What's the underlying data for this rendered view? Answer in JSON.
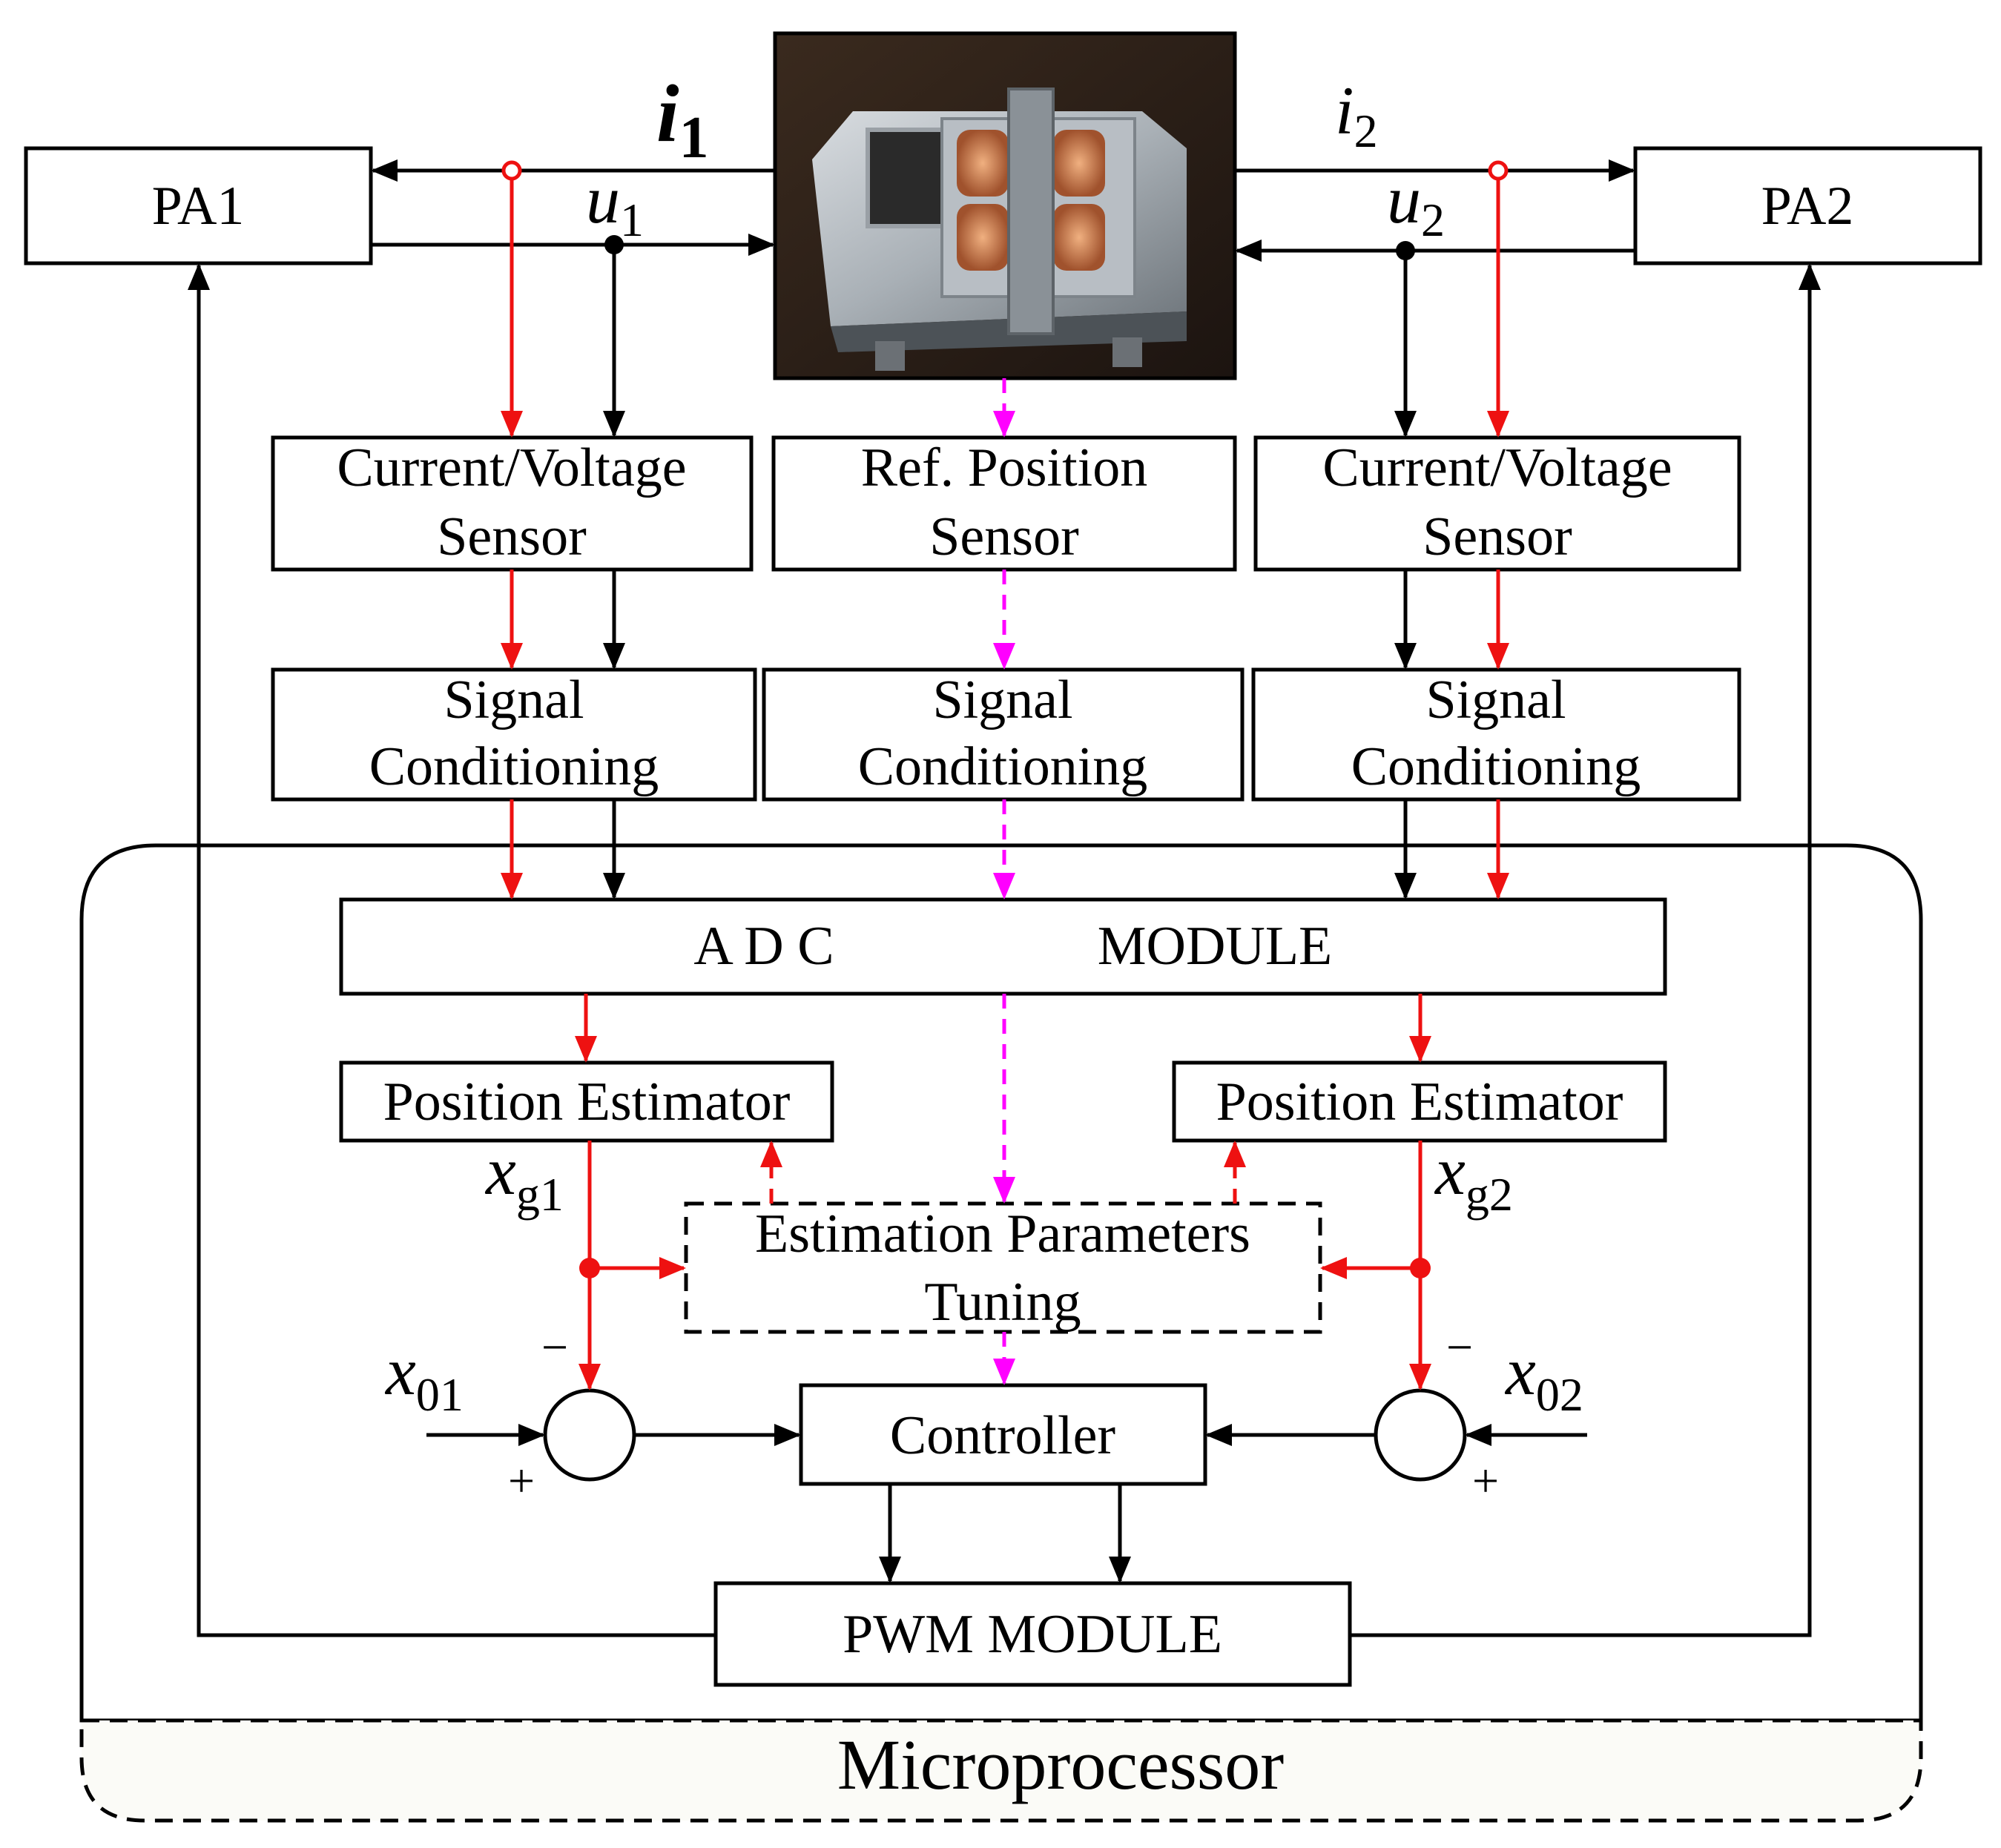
{
  "blocks": {
    "pa1": "PA1",
    "pa2": "PA2",
    "cv_sensor_left": [
      "Current/Voltage",
      "Sensor"
    ],
    "ref_position_sensor": [
      "Ref.  Position",
      "Sensor"
    ],
    "cv_sensor_right": [
      "Current/Voltage",
      "Sensor"
    ],
    "signal_cond_left": [
      "Signal",
      "Conditioning"
    ],
    "signal_cond_mid": [
      "Signal",
      "Conditioning"
    ],
    "signal_cond_right": [
      "Signal",
      "Conditioning"
    ],
    "adc_left": "A  D  C",
    "adc_right": "MODULE",
    "position_estimator_left": "Position Estimator",
    "position_estimator_right": "Position Estimator",
    "tuning": [
      "Estimation Parameters",
      "Tuning"
    ],
    "controller": "Controller",
    "pwm": "PWM   MODULE",
    "microprocessor": "Microprocessor"
  },
  "signals": {
    "i1": {
      "base": "i",
      "sub": "1"
    },
    "i2": {
      "base": "i",
      "sub": "2"
    },
    "u1": {
      "base": "u",
      "sub": "1"
    },
    "u2": {
      "base": "u",
      "sub": "2"
    },
    "xg1": {
      "base": "x",
      "sub": "g1"
    },
    "xg2": {
      "base": "x",
      "sub": "g2"
    },
    "x01": {
      "base": "x",
      "sub": "01"
    },
    "x02": {
      "base": "x",
      "sub": "02"
    }
  },
  "signs": {
    "minus_left": "−",
    "minus_right": "−",
    "plus_left": "+",
    "plus_right": "+"
  },
  "colors": {
    "current_path": "#ee1111",
    "position_path": "#ff00ff",
    "voltage_path": "#000000"
  }
}
